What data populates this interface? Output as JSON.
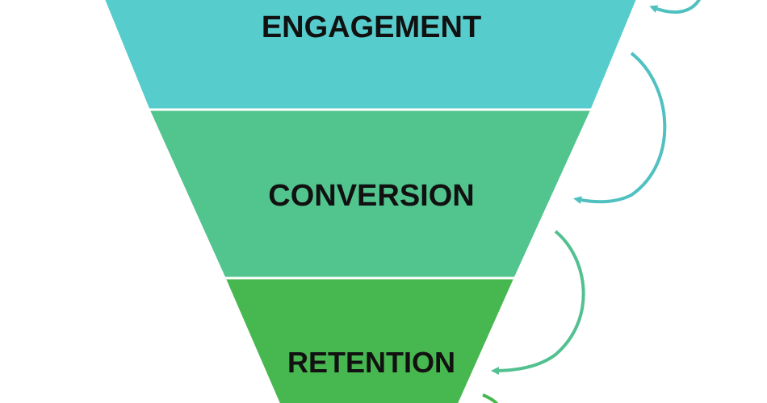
{
  "stages": [
    {
      "label": "ENGAGEMENT",
      "color": "#56CCCC"
    },
    {
      "label": "CONVERSION",
      "color": "#52C58F"
    },
    {
      "label": "RETENTION",
      "color": "#47B84F"
    }
  ],
  "arrow_colors": [
    "#50C0C0",
    "#50C0C0",
    "#52C090",
    "#47B84F"
  ],
  "background": "#ffffff"
}
